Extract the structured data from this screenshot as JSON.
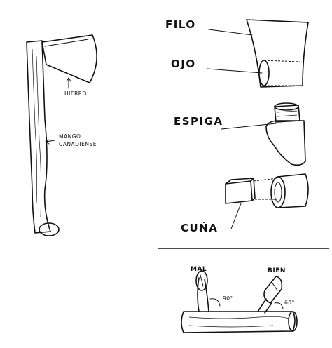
{
  "labels": {
    "hierro": "HIERRO",
    "mango_line1": "MANGO",
    "mango_line2": "CANADIENSE",
    "filo": "FILO",
    "ojo": "OJO",
    "espiga": "ESPIGA",
    "cuna": "CUÑA",
    "mal": "MAL",
    "bien": "BIEN",
    "angle_90": "90°",
    "angle_60": "60°"
  }
}
